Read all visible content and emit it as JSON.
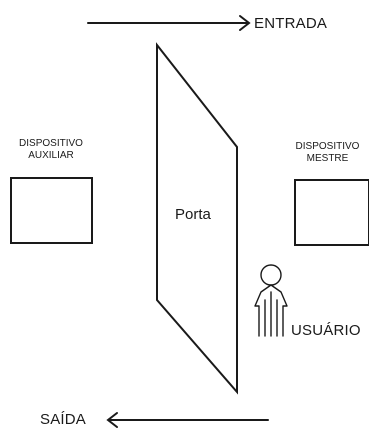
{
  "entrance_label": "ENTRADA",
  "exit_label": "SAÍDA",
  "door_label": "Porta",
  "user_label": "USUÁRIO",
  "auxiliary_device": {
    "line1": "DISPOSITIVO",
    "line2": "AUXILIAR"
  },
  "master_device": {
    "line1": "DISPOSITIVO",
    "line2": "MESTRE"
  },
  "colors": {
    "stroke": "#1a1a1a",
    "background": "#ffffff"
  }
}
